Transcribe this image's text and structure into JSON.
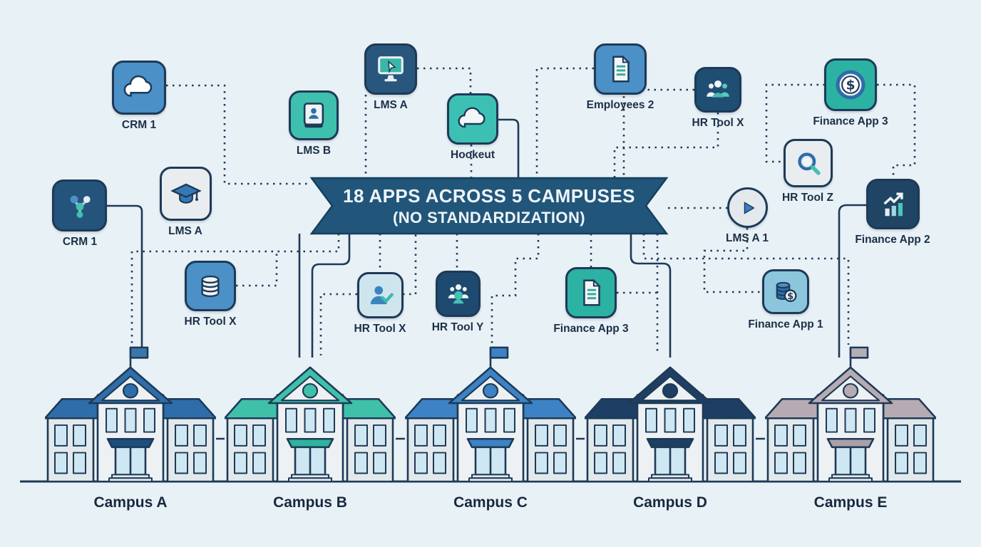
{
  "banner": {
    "line1": "18 APPS ACROSS 5 CAMPUSES",
    "line2": "(NO STANDARDIZATION)",
    "ribbon_color": "#21567a"
  },
  "apps": [
    {
      "label": "CRM 1",
      "icon": "cloud-icon",
      "tile_color": "#4b90c6"
    },
    {
      "label": "LMS B",
      "icon": "contact-book-icon",
      "tile_color": "#3fbfae"
    },
    {
      "label": "LMS A",
      "icon": "monitor-cursor-icon",
      "tile_color": "#29567c"
    },
    {
      "label": "Hookeut",
      "icon": "cloud-icon",
      "tile_color": "#3cc0b3"
    },
    {
      "label": "Employees 2",
      "icon": "document-lines-icon",
      "tile_color": "#4b90c6"
    },
    {
      "label": "HR Tool X",
      "icon": "people-group-icon",
      "tile_color": "#1f4e73"
    },
    {
      "label": "Finance App 3",
      "icon": "dollar-coin-icon",
      "tile_color": "#2cb2a2"
    },
    {
      "label": "CRM 1",
      "icon": "network-nodes-icon",
      "tile_color": "#24547c"
    },
    {
      "label": "LMS A",
      "icon": "graduation-cap-icon",
      "tile_color": "#e9edf0"
    },
    {
      "label": "HR Tool Z",
      "icon": "magnifier-icon",
      "tile_color": "#e9edf0"
    },
    {
      "label": "LMS A 1",
      "icon": "play-icon",
      "tile_color": "#e3e9ed"
    },
    {
      "label": "Finance App 2",
      "icon": "bars-arrow-icon",
      "tile_color": "#1f4464"
    },
    {
      "label": "HR Tool X",
      "icon": "database-icon",
      "tile_color": "#4b90c6"
    },
    {
      "label": "HR Tool X",
      "icon": "person-check-icon",
      "tile_color": "#cfe5ee"
    },
    {
      "label": "HR Tool Y",
      "icon": "people-team-icon",
      "tile_color": "#1d4a6e"
    },
    {
      "label": "Finance App 3",
      "icon": "document-lines-icon",
      "tile_color": "#2cb2a2"
    },
    {
      "label": "Finance App 1",
      "icon": "coins-dollar-icon",
      "tile_color": "#8cc6dd"
    }
  ],
  "campuses": [
    {
      "label": "Campus A",
      "roof_color": "#2f6daa",
      "accent_color": "#1b4f7d",
      "flag_color": "#3a77ad"
    },
    {
      "label": "Campus B",
      "roof_color": "#3fc0a9",
      "accent_color": "#2fb39c",
      "flag_color": "none"
    },
    {
      "label": "Campus C",
      "roof_color": "#3d82c4",
      "accent_color": "#3d82c4",
      "flag_color": "#3d82c4"
    },
    {
      "label": "Campus D",
      "roof_color": "#1e3f63",
      "accent_color": "#1e3f63",
      "flag_color": "none"
    },
    {
      "label": "Campus E",
      "roof_color": "#b7abb3",
      "accent_color": "#aba0a8",
      "flag_color": "#b3aeb5"
    }
  ],
  "palette": {
    "background": "#e8f1f6",
    "outline_navy": "#1e3a57",
    "label_text": "#1c2f47",
    "banner_text": "#eef4f8",
    "teal": "#3fc0ae",
    "blue": "#4b90c6",
    "dark_navy": "#1f4464",
    "facade_gray": "#e2e9ec",
    "window_blue": "#cfe7f2"
  }
}
